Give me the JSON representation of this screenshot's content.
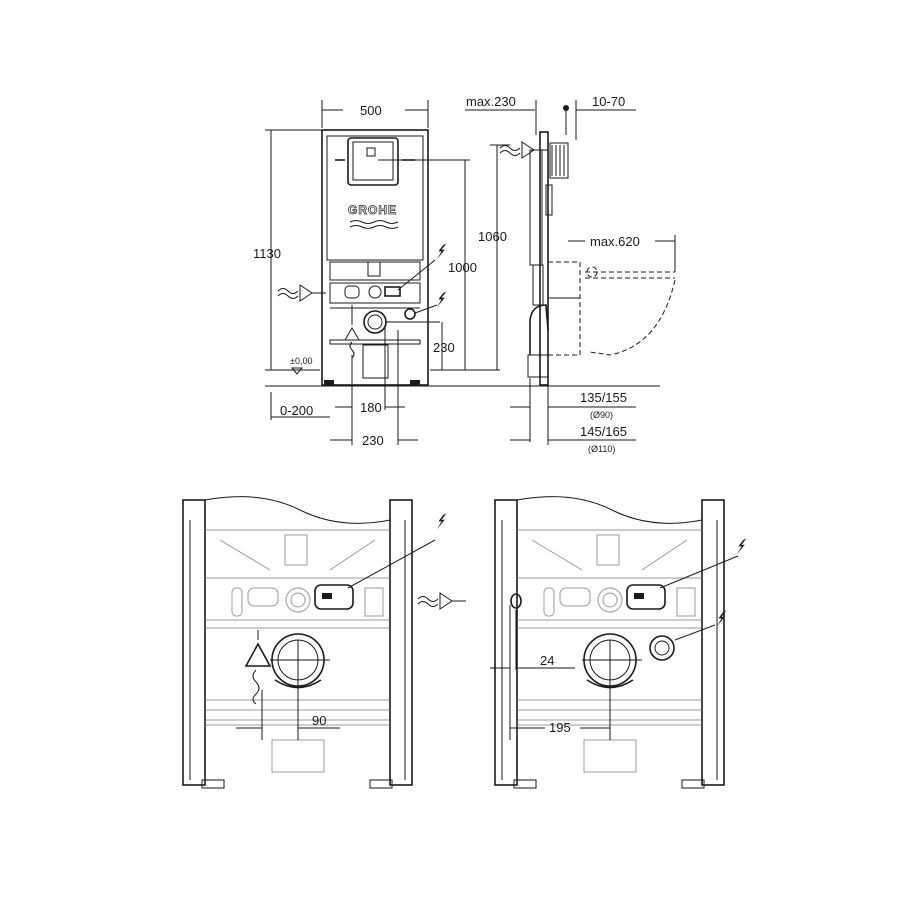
{
  "front_view": {
    "logo": "GROHE",
    "dim_width": "500",
    "dim_height_total": "1130",
    "dim_flush_height": "1000",
    "dim_floor_level": "±0,00",
    "dim_drain_height": "230",
    "dim_floor_adjust": "0-200",
    "dim_drain_spacing_inner": "180",
    "dim_drain_spacing_outer": "230"
  },
  "side_view": {
    "dim_max_depth": "max.230",
    "dim_wall_offset": "10-70",
    "dim_inlet_height": "1060",
    "dim_bowl_projection": "max.620",
    "dim_drain_90": "135/155",
    "dim_drain_90_dia": "(Ø90)",
    "dim_drain_110": "145/165",
    "dim_drain_110_dia": "(Ø110)"
  },
  "detail_left": {
    "dim_offset": "90"
  },
  "detail_right": {
    "dim_inlet_offset": "24",
    "dim_socket_offset": "195"
  },
  "icons": [
    "water-inlet-icon",
    "electrical-connection-icon"
  ]
}
